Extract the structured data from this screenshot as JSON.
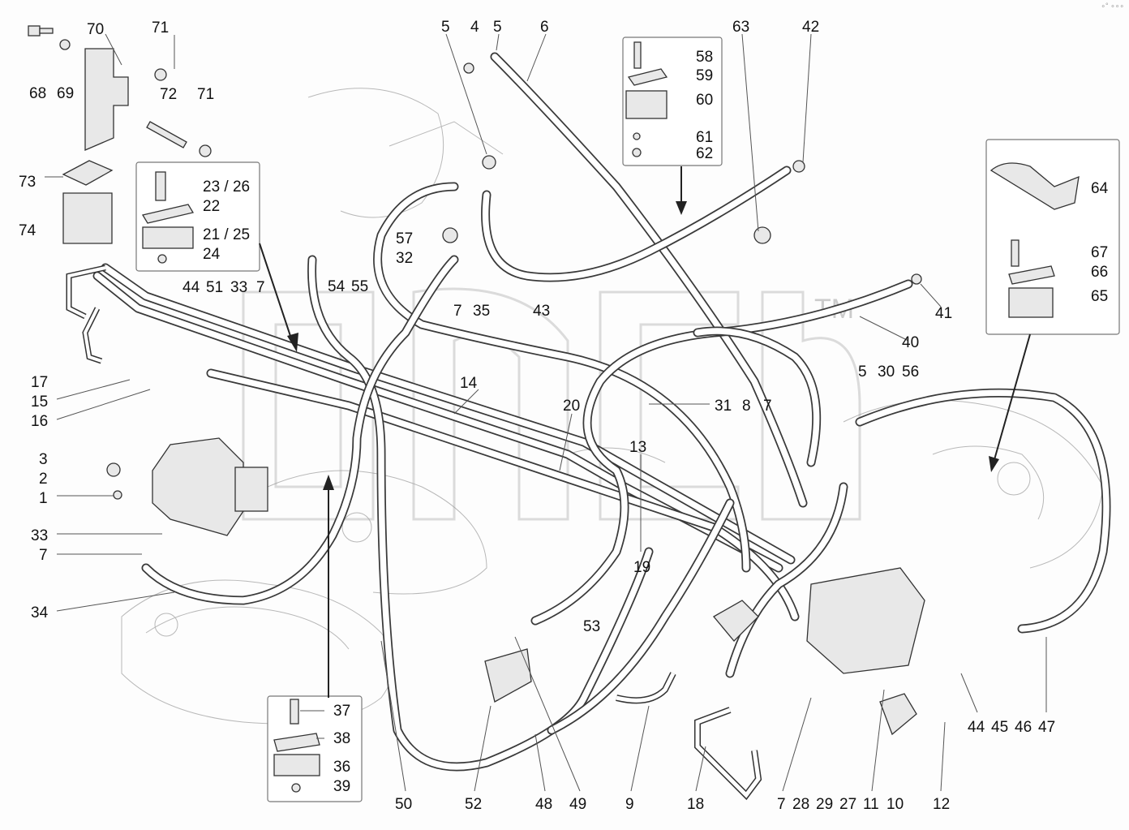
{
  "corner_mark": "∘° ∘∘∘",
  "watermark": {
    "trademark": "TM"
  },
  "labels": {
    "l70": "70",
    "l71a": "71",
    "l68": "68",
    "l69": "69",
    "l72": "72",
    "l71b": "71",
    "l73": "73",
    "l74": "74",
    "l23": "23 / 26",
    "l22": "22",
    "l21": "21 / 25",
    "l24": "24",
    "l44a": "44",
    "l51": "51",
    "l33a": "33",
    "l7a": "7",
    "l17": "17",
    "l15": "15",
    "l16": "16",
    "l3": "3",
    "l2": "2",
    "l1": "1",
    "l33b": "33",
    "l7b": "7",
    "l34": "34",
    "l5a": "5",
    "l4": "4",
    "l5b": "5",
    "l6": "6",
    "l57": "57",
    "l32": "32",
    "l54": "54",
    "l55": "55",
    "l7c": "7",
    "l35": "35",
    "l43": "43",
    "l58": "58",
    "l59": "59",
    "l60": "60",
    "l61": "61",
    "l62": "62",
    "l63": "63",
    "l42": "42",
    "l64": "64",
    "l67": "67",
    "l66": "66",
    "l65": "65",
    "l41": "41",
    "l40": "40",
    "l14": "14",
    "l20": "20",
    "l31": "31",
    "l8": "8",
    "l7d": "7",
    "l5c": "5",
    "l30": "30",
    "l56": "56",
    "l13": "13",
    "l19": "19",
    "l53": "53",
    "l37": "37",
    "l38": "38",
    "l36": "36",
    "l39": "39",
    "l50": "50",
    "l52": "52",
    "l48": "48",
    "l49": "49",
    "l9": "9",
    "l18": "18",
    "l7e": "7",
    "l28": "28",
    "l29": "29",
    "l27": "27",
    "l11": "11",
    "l10": "10",
    "l12": "12",
    "l44b": "44",
    "l45": "45",
    "l46": "46",
    "l47": "47"
  }
}
